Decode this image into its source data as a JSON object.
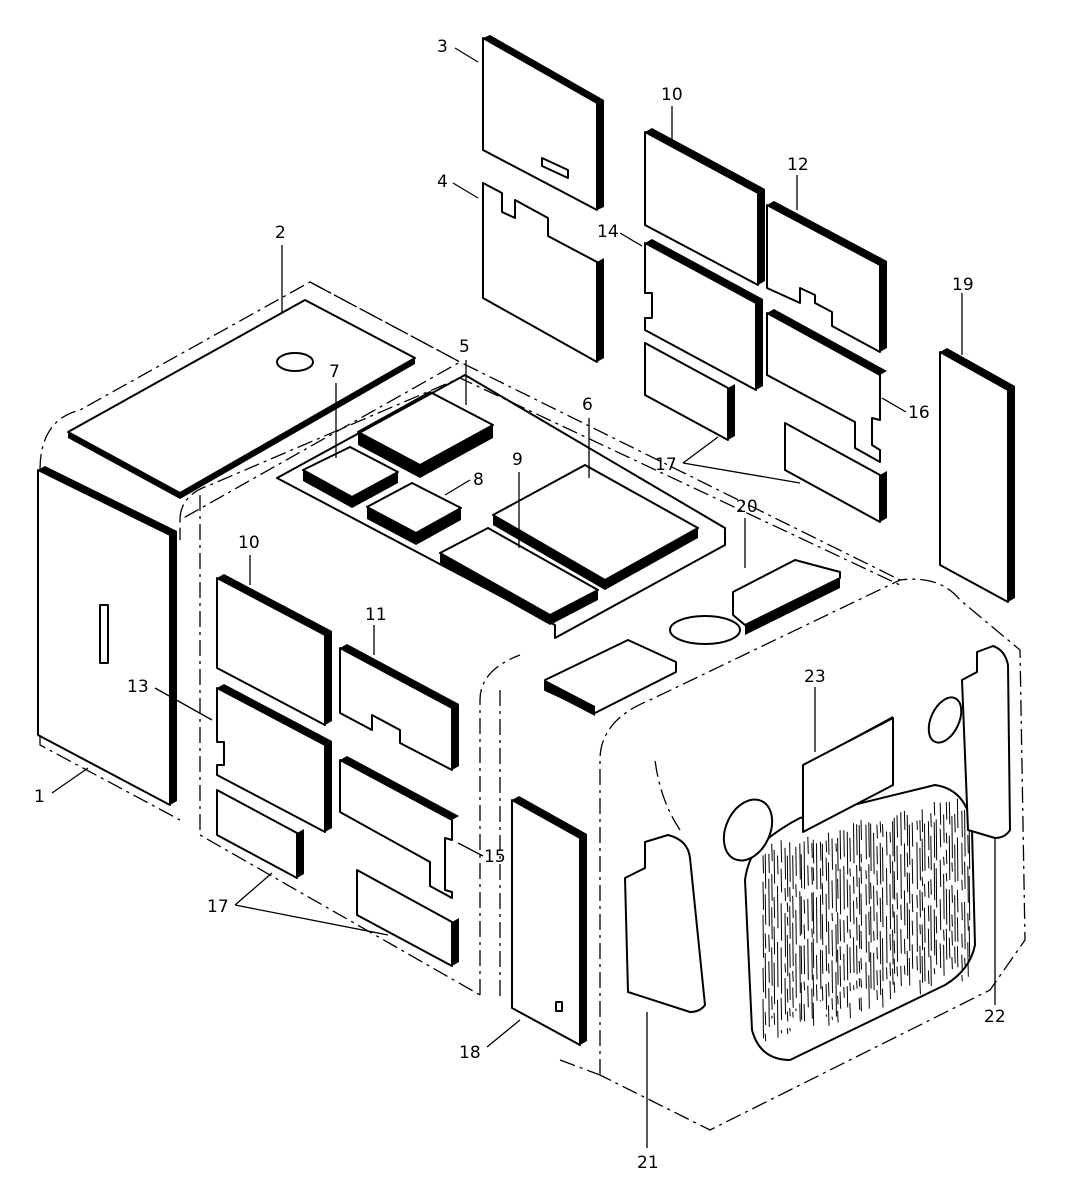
{
  "callouts": [
    {
      "id": "c1",
      "label": "1"
    },
    {
      "id": "c2",
      "label": "2"
    },
    {
      "id": "c3",
      "label": "3"
    },
    {
      "id": "c4",
      "label": "4"
    },
    {
      "id": "c5",
      "label": "5"
    },
    {
      "id": "c6",
      "label": "6"
    },
    {
      "id": "c7",
      "label": "7"
    },
    {
      "id": "c8",
      "label": "8"
    },
    {
      "id": "c9",
      "label": "9"
    },
    {
      "id": "c10a",
      "label": "10"
    },
    {
      "id": "c10b",
      "label": "10"
    },
    {
      "id": "c11",
      "label": "11"
    },
    {
      "id": "c12",
      "label": "12"
    },
    {
      "id": "c13",
      "label": "13"
    },
    {
      "id": "c14",
      "label": "14"
    },
    {
      "id": "c15",
      "label": "15"
    },
    {
      "id": "c16",
      "label": "16"
    },
    {
      "id": "c17a",
      "label": "17"
    },
    {
      "id": "c17b",
      "label": "17"
    },
    {
      "id": "c18",
      "label": "18"
    },
    {
      "id": "c19",
      "label": "19"
    },
    {
      "id": "c20",
      "label": "20"
    },
    {
      "id": "c21",
      "label": "21"
    },
    {
      "id": "c22",
      "label": "22"
    },
    {
      "id": "c23",
      "label": "23"
    }
  ]
}
